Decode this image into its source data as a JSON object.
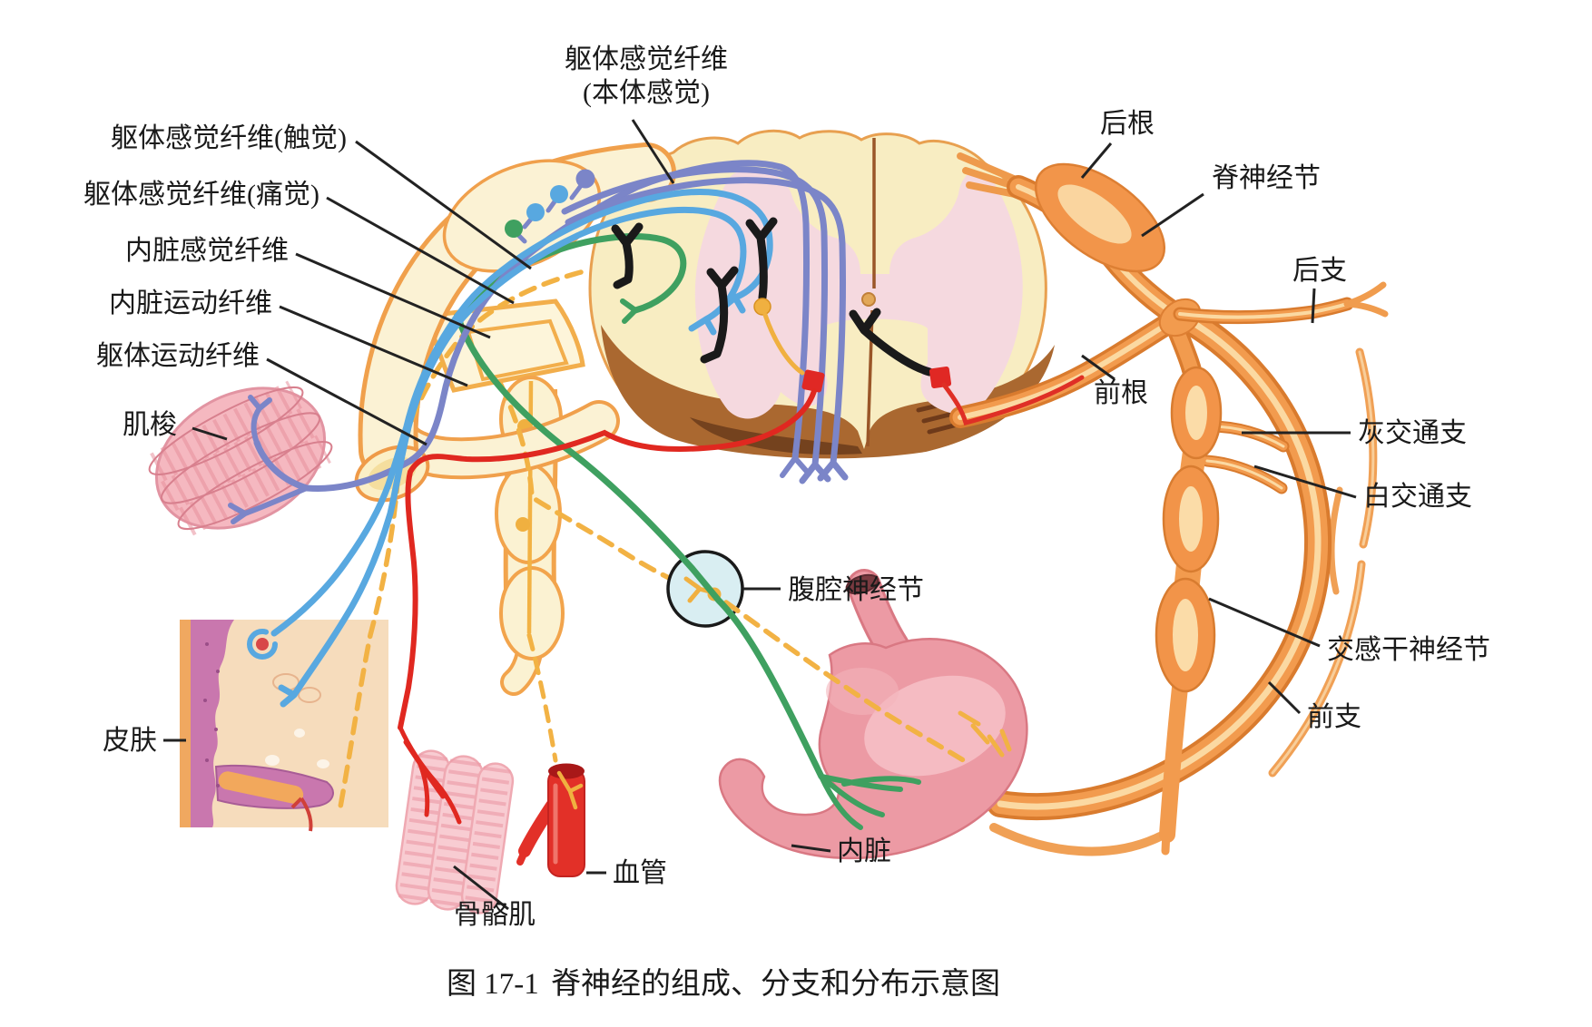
{
  "figure": {
    "caption": {
      "number": "图 17-1",
      "title": "脊神经的组成、分支和分布示意图"
    },
    "labels": {
      "proprio_line1": "躯体感觉纤维",
      "proprio_line2": "(本体感觉)",
      "touch": "躯体感觉纤维(触觉)",
      "pain": "躯体感觉纤维(痛觉)",
      "visceral_sensory": "内脏感觉纤维",
      "visceral_motor": "内脏运动纤维",
      "somatic_motor": "躯体运动纤维",
      "muscle_spindle": "肌梭",
      "skin": "皮肤",
      "skeletal_muscle": "骨骼肌",
      "blood_vessel": "血管",
      "viscera": "内脏",
      "celiac_ganglion": "腹腔神经节",
      "posterior_root": "后根",
      "spinal_ganglion": "脊神经节",
      "posterior_branch": "后支",
      "gray_ramus": "灰交通支",
      "white_ramus": "白交通支",
      "sympathetic_trunk_ganglion": "交感干神经节",
      "anterior_branch": "前支",
      "anterior_root": "前根"
    },
    "fibers": [
      {
        "name": "somatic-sensory-proprioception",
        "label": "躯体感觉纤维(本体感觉)",
        "color": "#7B85C8"
      },
      {
        "name": "somatic-sensory-touch",
        "label": "躯体感觉纤维(触觉)",
        "color": "#58A8E0"
      },
      {
        "name": "somatic-sensory-pain",
        "label": "躯体感觉纤维(痛觉)",
        "color": "#58A8E0"
      },
      {
        "name": "visceral-sensory",
        "label": "内脏感觉纤维",
        "color": "#3FA060"
      },
      {
        "name": "visceral-motor",
        "label": "内脏运动纤维",
        "color": "#F0B040"
      },
      {
        "name": "somatic-motor",
        "label": "躯体运动纤维",
        "color": "#E02820"
      }
    ],
    "palette": {
      "background": "#FFFFFF",
      "nerve_orange": "#F29B4E",
      "nerve_orange_dark": "#D97B2E",
      "nerve_orange_highlight": "#FBD9A2",
      "cord_cream": "#F8EDC2",
      "cord_outline": "#E8A050",
      "cord_brown": "#AA6830",
      "gray_matter_pink": "#F5D9DF",
      "sheath_cream": "#FBF2D4",
      "sheath_outline": "#F0A04C",
      "muscle_pink": "#F6C6CC",
      "stomach_pink": "#EC9AA4",
      "celiac_circle_fill": "#D9EEF2",
      "caption_blue": "#4E97DC",
      "interneuron_black": "#1A1A1A"
    }
  }
}
